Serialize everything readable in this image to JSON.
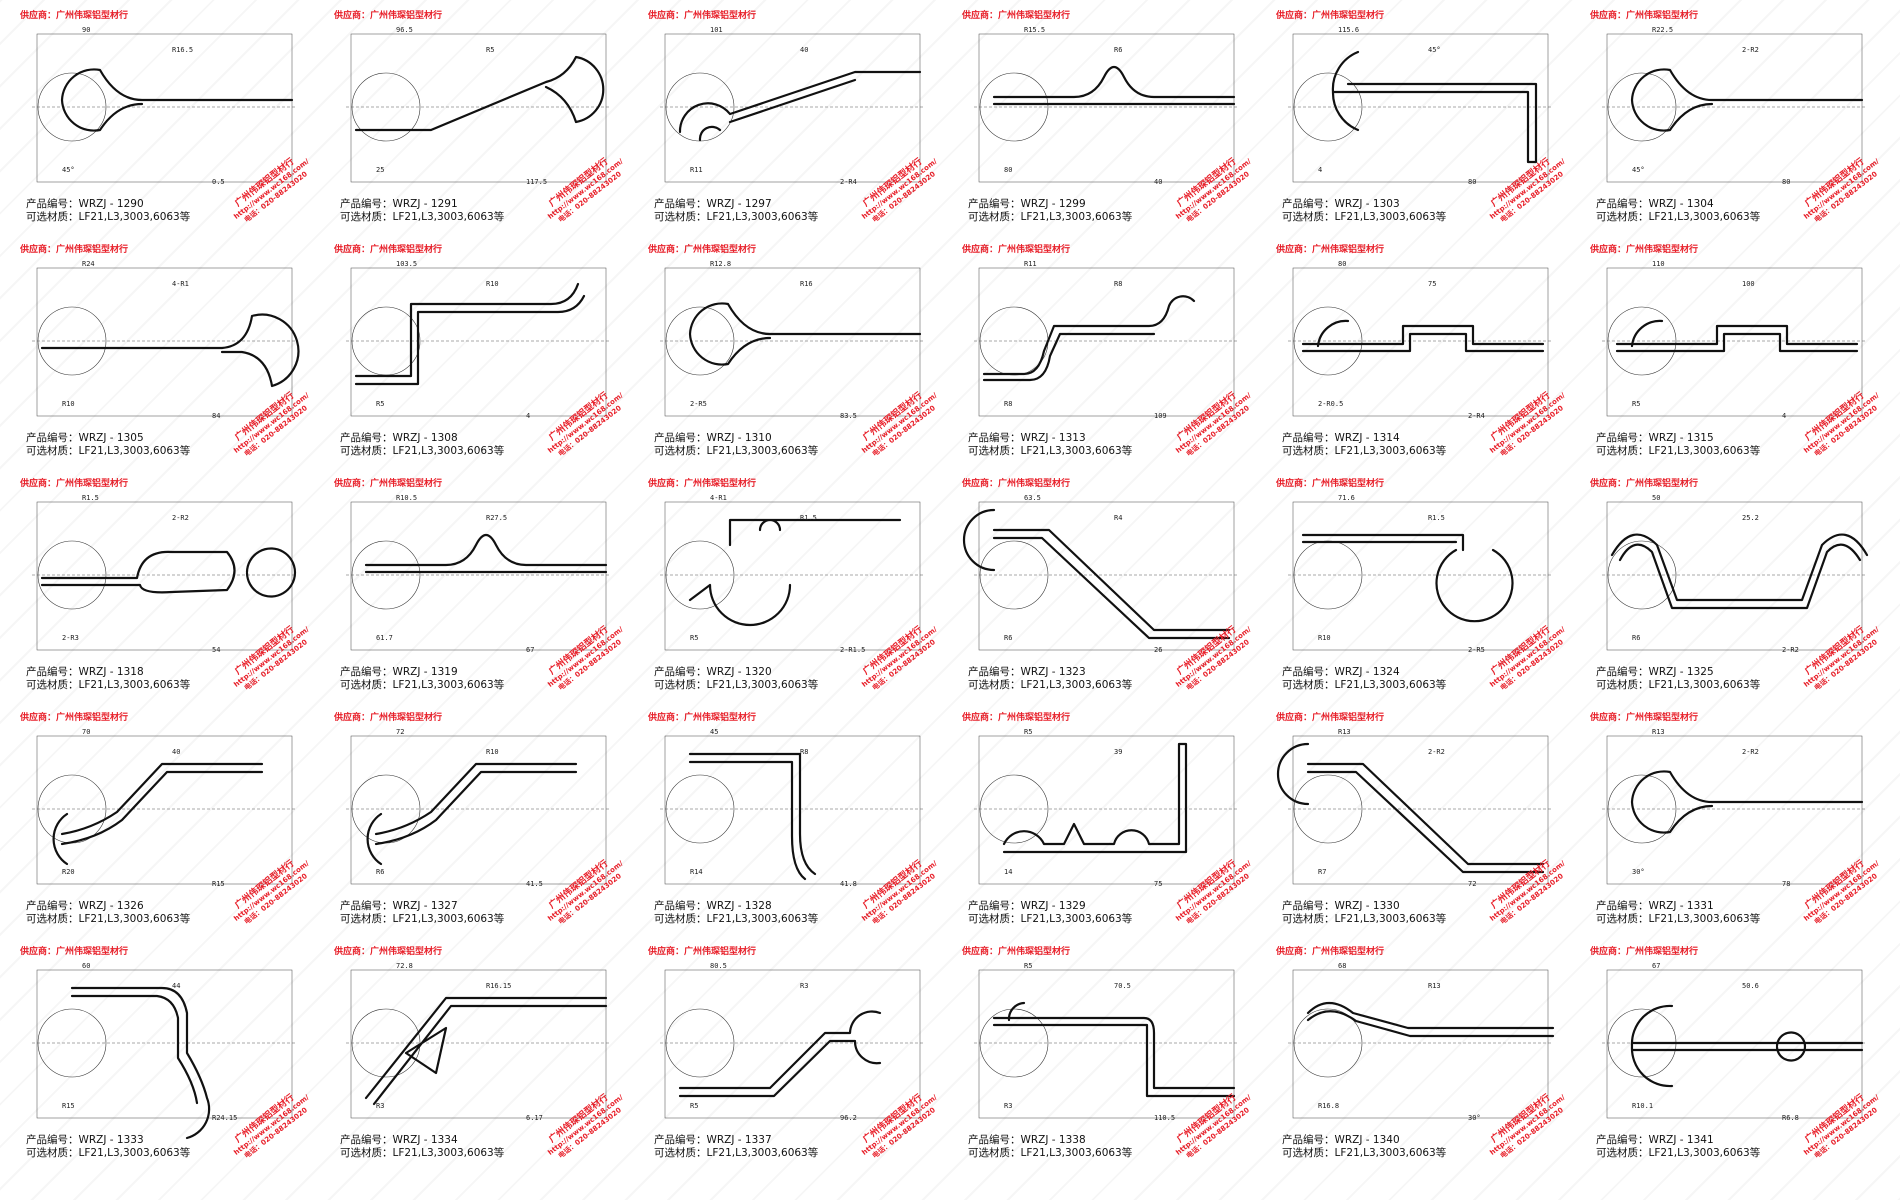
{
  "supplier_label": "供应商：广州伟琛铝型材行",
  "caption_code_prefix": "产品编号：WRZJ - ",
  "caption_material": "可选材质：LF21,L3,3003,6063等",
  "stamp": {
    "company": "广州伟琛铝型材行",
    "url": "http://www.wc168.com/",
    "phone": "电话：020-88243020"
  },
  "colors": {
    "accent": "#e8202a",
    "line": "#111111"
  },
  "products": [
    {
      "code": "1290",
      "shape": "fork",
      "dims": [
        "90",
        "R16.5",
        "45°",
        "0.5"
      ]
    },
    {
      "code": "1291",
      "shape": "diag",
      "dims": [
        "96.5",
        "R5",
        "25",
        "117.5"
      ]
    },
    {
      "code": "1297",
      "shape": "hook",
      "dims": [
        "101",
        "40",
        "R11",
        "2-R4"
      ]
    },
    {
      "code": "1299",
      "shape": "bump",
      "dims": [
        "R15.5",
        "R6",
        "80",
        "40"
      ]
    },
    {
      "code": "1303",
      "shape": "ell",
      "dims": [
        "115.6",
        "45°",
        "4",
        "80"
      ]
    },
    {
      "code": "1304",
      "shape": "fork",
      "dims": [
        "R22.5",
        "2-R2",
        "45°",
        "80"
      ]
    },
    {
      "code": "1305",
      "shape": "forkR",
      "dims": [
        "R24",
        "4-R1",
        "R10",
        "84"
      ]
    },
    {
      "code": "1308",
      "shape": "zed",
      "dims": [
        "103.5",
        "R10",
        "R5",
        "4"
      ]
    },
    {
      "code": "1310",
      "shape": "fork",
      "dims": [
        "R12.8",
        "R16",
        "2-R5",
        "83.5"
      ]
    },
    {
      "code": "1313",
      "shape": "step",
      "dims": [
        "R11",
        "R8",
        "R8",
        "109"
      ]
    },
    {
      "code": "1314",
      "shape": "hat",
      "dims": [
        "80",
        "75",
        "2-R0.5",
        "2-R4"
      ]
    },
    {
      "code": "1315",
      "shape": "hat",
      "dims": [
        "110",
        "100",
        "R5",
        "4"
      ]
    },
    {
      "code": "1318",
      "shape": "loop",
      "dims": [
        "R1.5",
        "2-R2",
        "2-R3",
        "54"
      ]
    },
    {
      "code": "1319",
      "shape": "bump",
      "dims": [
        "R10.5",
        "R27.5",
        "61.7",
        "67"
      ]
    },
    {
      "code": "1320",
      "shape": "multi",
      "dims": [
        "4-R1",
        "R1.5",
        "R5",
        "2-R1.5"
      ]
    },
    {
      "code": "1323",
      "shape": "diagdown",
      "dims": [
        "63.5",
        "R4",
        "R6",
        "26"
      ]
    },
    {
      "code": "1324",
      "shape": "ring",
      "dims": [
        "71.6",
        "R1.5",
        "R10",
        "2-R5"
      ]
    },
    {
      "code": "1325",
      "shape": "wave",
      "dims": [
        "50",
        "25.2",
        "R6",
        "2-R2"
      ]
    },
    {
      "code": "1326",
      "shape": "swoop",
      "dims": [
        "70",
        "40",
        "R20",
        "R15"
      ]
    },
    {
      "code": "1327",
      "shape": "swoop",
      "dims": [
        "72",
        "R10",
        "R6",
        "41.5"
      ]
    },
    {
      "code": "1328",
      "shape": "bracket",
      "dims": [
        "45",
        "R8",
        "R14",
        "41.8"
      ]
    },
    {
      "code": "1329",
      "shape": "scallop",
      "dims": [
        "R5",
        "39",
        "14",
        "75"
      ]
    },
    {
      "code": "1330",
      "shape": "diagdown",
      "dims": [
        "R13",
        "2-R2",
        "R7",
        "72"
      ]
    },
    {
      "code": "1331",
      "shape": "fork",
      "dims": [
        "R13",
        "2-R2",
        "30°",
        "78"
      ]
    },
    {
      "code": "1333",
      "shape": "cradle",
      "dims": [
        "60",
        "44",
        "R15",
        "R24.15"
      ]
    },
    {
      "code": "1334",
      "shape": "tri",
      "dims": [
        "72.8",
        "R16.15",
        "R3",
        "6.17"
      ]
    },
    {
      "code": "1337",
      "shape": "ramp",
      "dims": [
        "80.5",
        "R3",
        "R5",
        "96.2"
      ]
    },
    {
      "code": "1338",
      "shape": "dip",
      "dims": [
        "R5",
        "70.5",
        "R3",
        "110.5"
      ]
    },
    {
      "code": "1340",
      "shape": "longbar",
      "dims": [
        "68",
        "R13",
        "R16.8",
        "30°"
      ]
    },
    {
      "code": "1341",
      "shape": "ringbar",
      "dims": [
        "67",
        "50.6",
        "R10.1",
        "R6.8"
      ]
    }
  ]
}
